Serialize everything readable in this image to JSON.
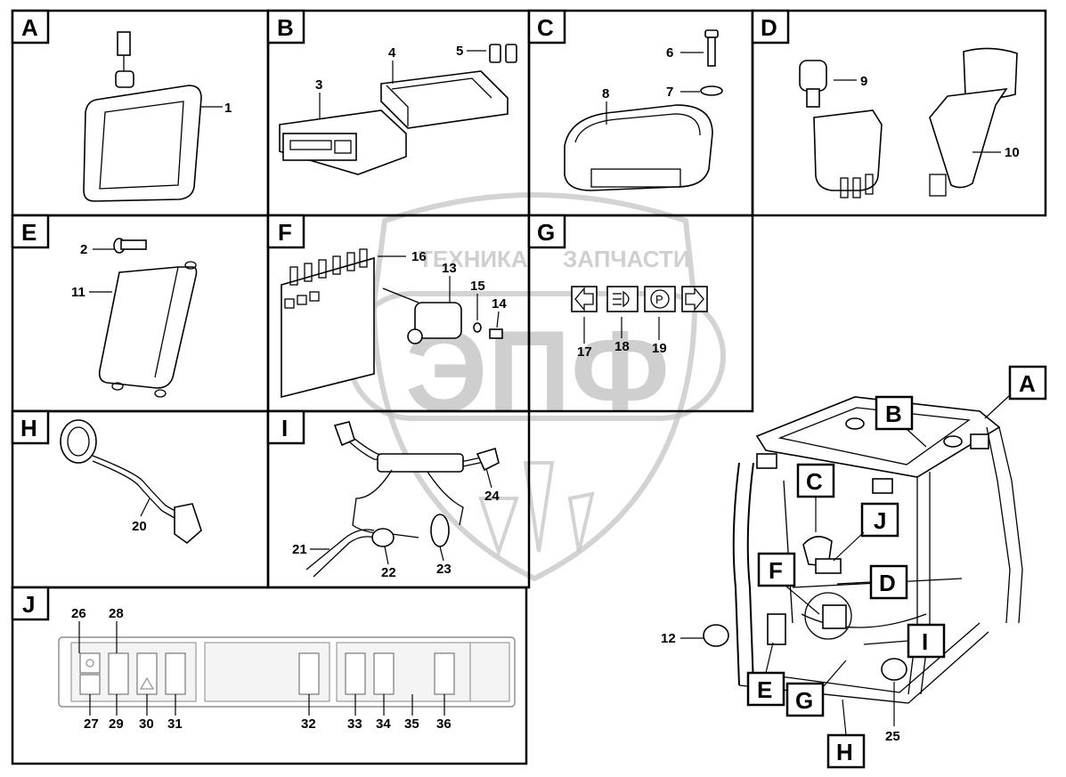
{
  "watermark": {
    "left_text": "ТЕХНИКА",
    "right_text": "ЗАПЧАСТИ",
    "logo_text": "ЭПФ"
  },
  "panels": {
    "A": {
      "letter": "A",
      "items": [
        "1"
      ]
    },
    "B": {
      "letter": "B",
      "items": [
        "3",
        "4",
        "5"
      ]
    },
    "C": {
      "letter": "C",
      "items": [
        "6",
        "7",
        "8"
      ]
    },
    "D": {
      "letter": "D",
      "items": [
        "9",
        "10"
      ]
    },
    "E": {
      "letter": "E",
      "items": [
        "2",
        "11"
      ]
    },
    "F": {
      "letter": "F",
      "items": [
        "16",
        "13",
        "15",
        "14"
      ]
    },
    "G": {
      "letter": "G",
      "items": [
        "17",
        "18",
        "19"
      ]
    },
    "H": {
      "letter": "H",
      "items": [
        "20"
      ]
    },
    "I": {
      "letter": "I",
      "items": [
        "24",
        "21",
        "22",
        "23"
      ]
    },
    "J": {
      "letter": "J",
      "items": [
        "26",
        "28",
        "27",
        "29",
        "30",
        "31",
        "32",
        "33",
        "34",
        "35",
        "36"
      ]
    }
  },
  "cab_callouts": {
    "A": "A",
    "B": "B",
    "C": "C",
    "J": "J",
    "F": "F",
    "D": "D",
    "E": "E",
    "G": "G",
    "I": "I",
    "H": "H",
    "p12": "12",
    "p25": "25"
  }
}
